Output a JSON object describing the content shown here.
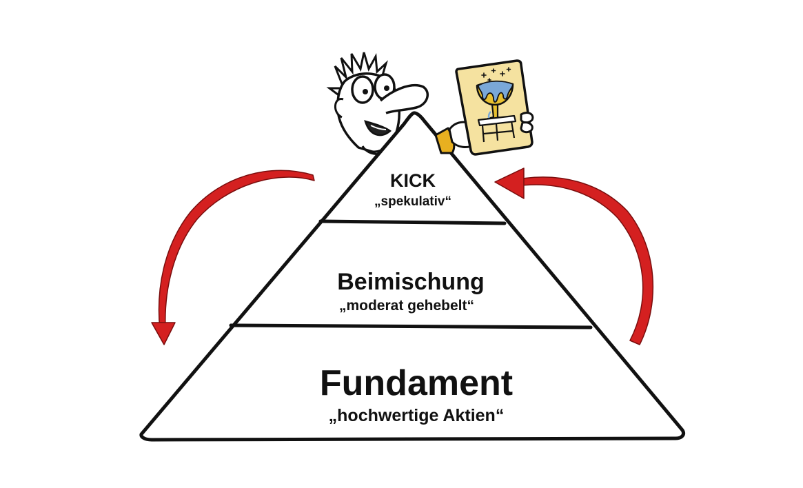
{
  "pyramid": {
    "top": {
      "title": "KICK",
      "subtitle": "„spekulativ“"
    },
    "middle": {
      "title": "Beimischung",
      "subtitle": "„moderat gehebelt“"
    },
    "base": {
      "title": "Fundament",
      "subtitle": "„hochwertige Aktien“"
    }
  },
  "colors": {
    "outline": "#111111",
    "arrow": "#d42020",
    "arrow_dark": "#7a0d0d",
    "skin": "#ffffff",
    "sleeve": "#e8b020",
    "card_background": "#f5e2a0",
    "chalice_gold": "#e8c030",
    "chalice_blue": "#7aa8d8"
  },
  "icons": {
    "character": "cartoon-man-icon",
    "card": "holy-grail-card-icon",
    "left_arrow": "curved-arrow-down-icon",
    "right_arrow": "curved-arrow-up-icon"
  }
}
